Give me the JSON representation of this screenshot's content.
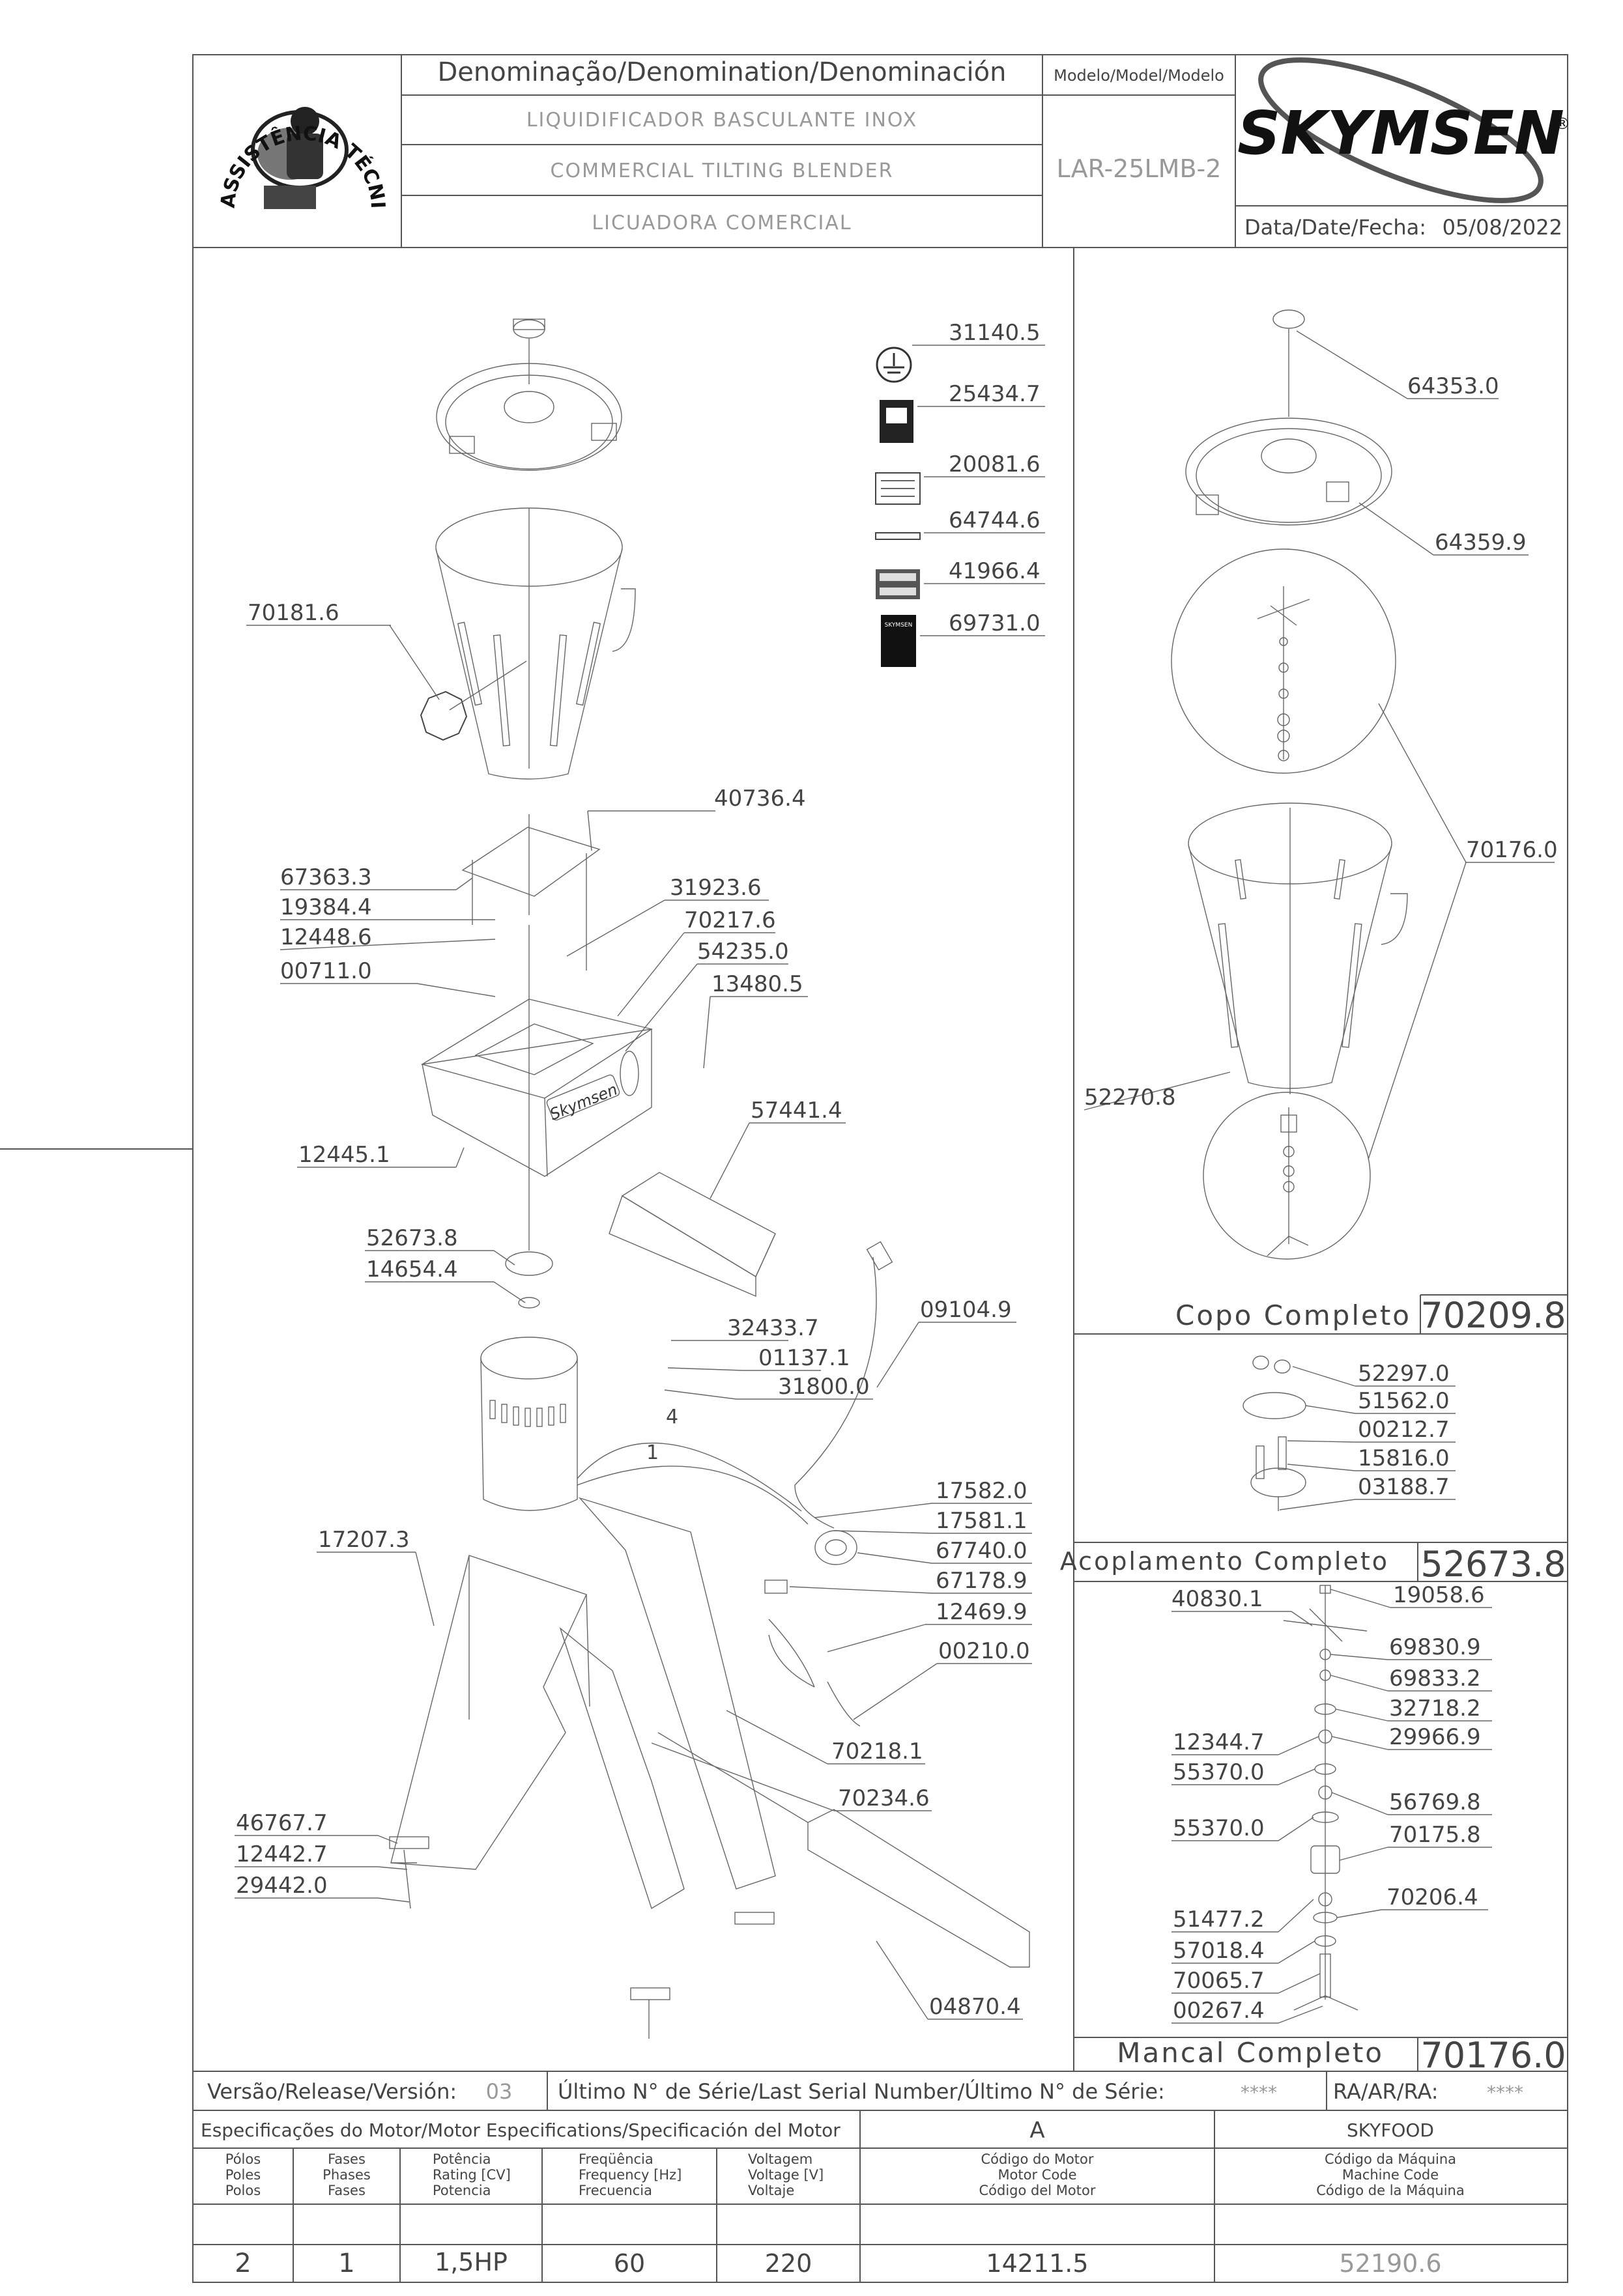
{
  "header": {
    "denomination_label": "Denominação/Denomination/Denominación",
    "model_label": "Modelo/Model/Modelo",
    "name_pt": "LIQUIDIFICADOR BASCULANTE INOX",
    "name_en": "COMMERCIAL TILTING BLENDER",
    "name_es": "LICUADORA COMERCIAL",
    "model": "LAR-25LMB-2",
    "brand": "SKYMSEN",
    "brand_mark": "®",
    "date_label": "Data/Date/Fecha:",
    "date": "05/08/2022",
    "seal_text": "ASSISTÊNCIA TÉCNICA AUTORIZADA"
  },
  "main_parts": {
    "p70181": "70181.6",
    "p40736": "40736.4",
    "p67363": "67363.3",
    "p19384": "19384.4",
    "p12448": "12448.6",
    "p00711": "00711.0",
    "p31923": "31923.6",
    "p70217": "70217.6",
    "p54235": "54235.0",
    "p13480": "13480.5",
    "p12445": "12445.1",
    "p57441": "57441.4",
    "p52673": "52673.8",
    "p14654": "14654.4",
    "p09104": "09104.9",
    "p32433": "32433.7",
    "p01137": "01137.1",
    "p31800": "31800.0",
    "p17582": "17582.0",
    "p17581": "17581.1",
    "p67740": "67740.0",
    "p67178": "67178.9",
    "p12469": "12469.9",
    "p00210": "00210.0",
    "p17207": "17207.3",
    "p70218": "70218.1",
    "p70234": "70234.6",
    "p46767": "46767.7",
    "p12442": "12442.7",
    "p29442": "29442.0",
    "p04870": "04870.4",
    "wire4": "4",
    "wire1": "1",
    "motor_brand_text": "Skymsen",
    "sticker_top": "SKYMSEN"
  },
  "labels": [
    "31140.5",
    "25434.7",
    "20081.6",
    "64744.6",
    "41966.4",
    "69731.0"
  ],
  "copo": {
    "p64353": "64353.0",
    "p64359": "64359.9",
    "p70176": "70176.0",
    "p52270": "52270.8",
    "title": "Copo Completo",
    "code": "70209.8"
  },
  "acoplamento": {
    "parts": [
      "52297.0",
      "51562.0",
      "00212.7",
      "15816.0",
      "03188.7"
    ],
    "title": "Acoplamento Completo",
    "code": "52673.8"
  },
  "mancal": {
    "p40830": "40830.1",
    "p19058": "19058.6",
    "p69830": "69830.9",
    "p69833": "69833.2",
    "p32718": "32718.2",
    "p12344": "12344.7",
    "p29966": "29966.9",
    "p55370a": "55370.0",
    "p56769": "56769.8",
    "p55370b": "55370.0",
    "p70175": "70175.8",
    "p51477": "51477.2",
    "p70206": "70206.4",
    "p57018": "57018.4",
    "p70065": "70065.7",
    "p00267": "00267.4",
    "title": "Mancal Completo",
    "code": "70176.0"
  },
  "footer": {
    "version_label": "Versão/Release/Versión:",
    "version": "03",
    "serial_label": "Último N° de Série/Last Serial Number/Último N° de Série:",
    "serial": "****",
    "ra_label": "RA/AR/RA:",
    "ra": "****",
    "motor_spec_label": "Especificações do Motor/Motor Especifications/Specificación del Motor",
    "motor_class": "A",
    "manufacturer": "SKYFOOD",
    "col_poles": [
      "Pólos",
      "Poles",
      "Polos"
    ],
    "col_phases": [
      "Fases",
      "Phases",
      "Fases"
    ],
    "col_power": [
      "Potência",
      "Rating [CV]",
      "Potencia"
    ],
    "col_freq": [
      "Freqüência",
      "Frequency [Hz]",
      "Frecuencia"
    ],
    "col_voltage": [
      "Voltagem",
      "Voltage [V]",
      "Voltaje"
    ],
    "col_motor_code": [
      "Código do Motor",
      "Motor Code",
      "Código del Motor"
    ],
    "col_machine_code": [
      "Código da Máquina",
      "Machine Code",
      "Código de la Máquina"
    ],
    "poles": "2",
    "phases": "1",
    "power": "1,5HP",
    "frequency": "60",
    "voltage": "220",
    "motor_code": "14211.5",
    "machine_code": "52190.6"
  }
}
